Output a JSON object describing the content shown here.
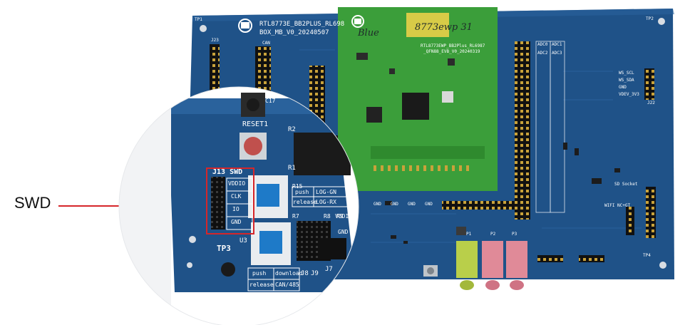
{
  "callout": {
    "label": "SWD"
  },
  "board": {
    "title_line1": "RTL8773E_BB2PLUS_RL698",
    "title_line2": "BOX_MB_V0_20240507",
    "tp1": "TP1",
    "tp2": "TP2",
    "tp4": "TP4",
    "can_header": "CAN",
    "j23": "J23",
    "j22": "J22",
    "p1": "P1",
    "p2": "P2",
    "p3": "P3",
    "adc_labels": [
      "ADC0",
      "ADC1",
      "ADC2",
      "ADC3"
    ],
    "ws_labels": [
      "WS_SCL",
      "WS_SDA",
      "GND",
      "VDEV_3V3"
    ],
    "sd_socket": "SD Socket",
    "wifi_label": "WIFI NC+GT",
    "gnd_labels": [
      "GND",
      "GND",
      "GND",
      "GND"
    ]
  },
  "module": {
    "line1": "RTL8773EWP_BB2Plus_RL6987",
    "line2": "_QFN88_EVB_V0_20240319",
    "handwriting_left": "Blue",
    "handwriting_right": "8773ewp 31"
  },
  "zoom": {
    "reset_label": "RESET1",
    "r2": "R2",
    "r1": "R1",
    "j13_swd": "J13 SWD",
    "swd_pins": [
      "VDDIO",
      "CLK",
      "IO",
      "GND"
    ],
    "tp3": "TP3",
    "u3": "U3",
    "r15": "R15",
    "r7": "R7",
    "r8": "R8",
    "r9": "R9",
    "c17": "C17",
    "push_row": [
      "push",
      "LOG-GN"
    ],
    "release_row": [
      "release",
      "LOG-RX"
    ],
    "vddio_label": "VDDIO",
    "gnd_label": "GND",
    "bottom_push": "push",
    "bottom_download": "download",
    "bottom_release": "release",
    "bottom_can": "CAN/485",
    "j8": "J8",
    "j9": "J9",
    "j7": "J7"
  },
  "colors": {
    "pcb_blue": "#1f5288",
    "pcb_blue_dark": "#15406e",
    "module_green": "#3b9e3a",
    "callout_red": "#d6262a",
    "audio_green": "#b9cf4a",
    "audio_pink": "#e08a98"
  }
}
